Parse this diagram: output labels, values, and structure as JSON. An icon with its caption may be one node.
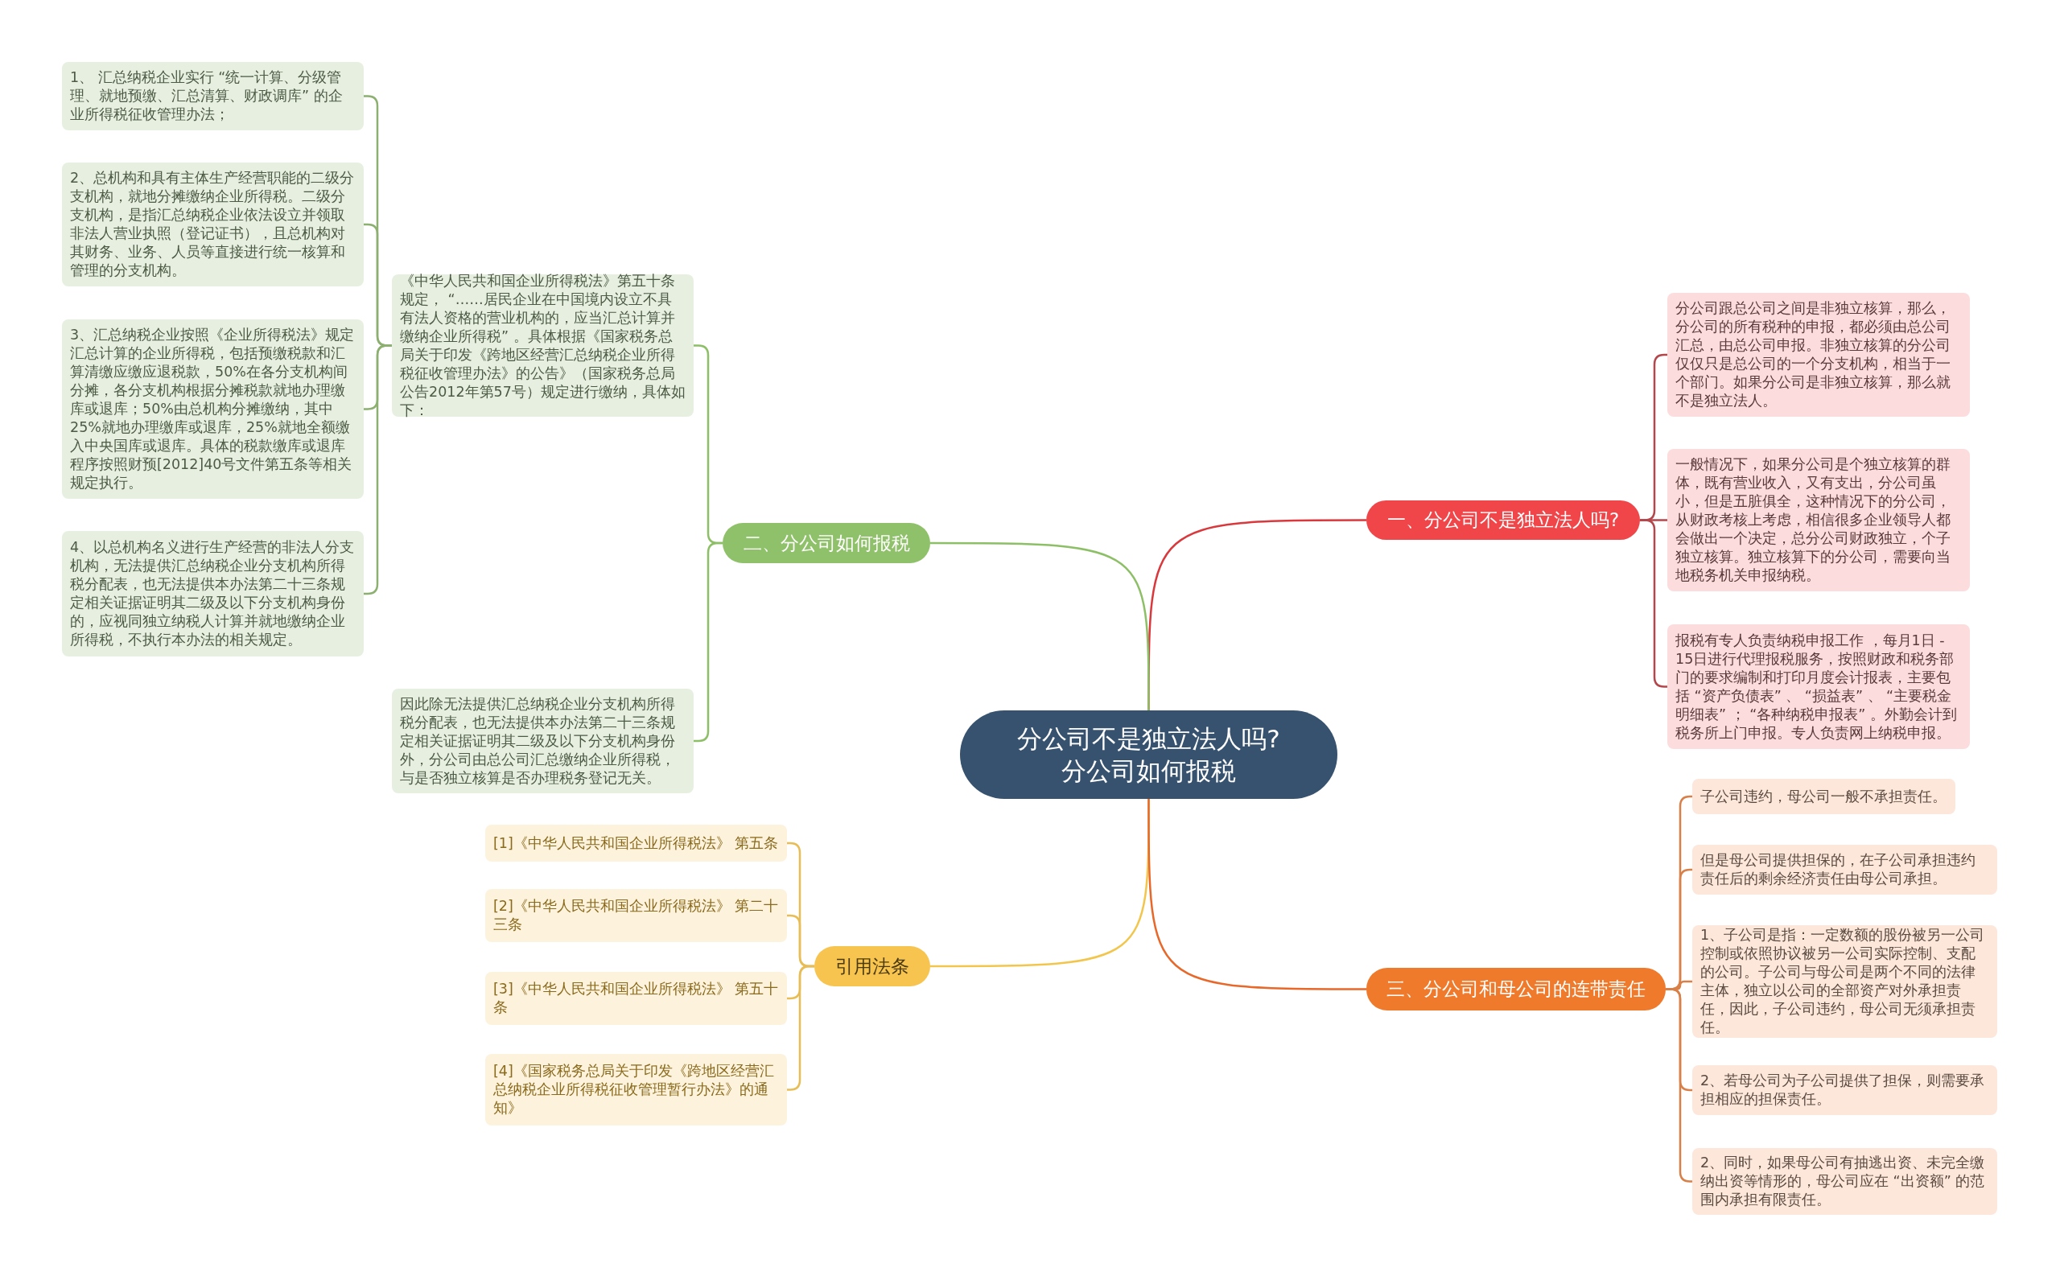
{
  "diagram": {
    "nodes": [
      {
        "text": [
          "分公司不是独立法人吗?分公司如何报税"
        ]
      },
      {
        "text": [
          "一、分公司不是独立法人吗?"
        ]
      },
      {
        "text": [
          "分公司跟总公司之间是非独立核算，那么，分公司的所有税种的申报，都必须由总公司汇总，由总公司申报。非独立核算的分公司仅仅只是总公司的一个分支机构，相当于一个部门。如果分公司是非独立核算，那么就不是独立法人。"
        ]
      },
      {
        "text": [
          "一般情况下，如果分公司是个独立核算的群体，既有营业收入，又有支出，分公司虽小，但是五脏俱全，这种情况下的分公司，从财政考核上考虑，相信很多企业领导人都会做出一个决定，总分公司财政独立，个子独立核算。独立核算下的分公司，需要向当地税务机关申报纳税。"
        ]
      },
      {
        "text": [
          "报税有专人负责纳税申报工作 ，每月1日 - 15日进行代理报税服务，按照财政和税务部门的要求编制和打印月度会计报表，主要包括 “资产负债表” 、 “损益表” 、 “主要税金明细表” ； “各种纳税申报表” 。外勤会计到税务所上门申报。专人负责网上纳税申报。"
        ]
      },
      {
        "text": [
          "二、分公司如何报税"
        ]
      },
      {
        "text": [
          "《中华人民共和国企业所得税法》第五十条规定， “……居民企业在中国境内设立不具有法人资格的营业机构的，应当汇总计算并缴纳企业所得税” 。具体根据《国家税务总局关于印发《跨地区经营汇总纳税企业所得税征收管理办法》的公告》（国家税务总局公告2012年第57号）规定进行缴纳，具体如下："
        ]
      },
      {
        "text": [
          "1、 汇总纳税企业实行 “统一计算、分级管理、就地预缴、汇总清算、财政调库” 的企业所得税征收管理办法；"
        ]
      },
      {
        "text": [
          "2、总机构和具有主体生产经营职能的二级分支机构，就地分摊缴纳企业所得税。二级分支机构，是指汇总纳税企业依法设立并领取非法人营业执照（登记证书），且总机构对其财务、业务、人员等直接进行统一核算和管理的分支机构。"
        ]
      },
      {
        "text": [
          "3、汇总纳税企业按照《企业所得税法》规定汇总计算的企业所得税，包括预缴税款和汇算清缴应缴应退税款，50%在各分支机构间分摊，各分支机构根据分摊税款就地办理缴库或退库；50%由总机构分摊缴纳，其中25%就地办理缴库或退库，25%就地全额缴入中央国库或退库。具体的税款缴库或退库程序按照财预[2012]40号文件第五条等相关规定执行。"
        ]
      },
      {
        "text": [
          "4、以总机构名义进行生产经营的非法人分支机构，无法提供汇总纳税企业分支机构所得税分配表，也无法提供本办法第二十三条规定相关证据证明其二级及以下分支机构身份的，应视同独立纳税人计算并就地缴纳企业所得税，不执行本办法的相关规定。"
        ]
      },
      {
        "text": [
          "因此除无法提供汇总纳税企业分支机构所得税分配表，也无法提供本办法第二十三条规定相关证据证明其二级及以下分支机构身份外，分公司由总公司汇总缴纳企业所得税，与是否独立核算是否办理税务登记无关。"
        ]
      },
      {
        "text": [
          "引用法条"
        ]
      },
      {
        "text": [
          "[1]《中华人民共和国企业所得税法》 第五条"
        ]
      },
      {
        "text": [
          "[2]《中华人民共和国企业所得税法》 第二十三条"
        ]
      },
      {
        "text": [
          "[3]《中华人民共和国企业所得税法》 第五十条"
        ]
      },
      {
        "text": [
          "[4]《国家税务总局关于印发《跨地区经营汇总纳税企业所得税征收管理暂行办法》的通知》"
        ]
      },
      {
        "text": [
          "三、分公司和母公司的连带责任"
        ]
      },
      {
        "text": [
          "子公司违约，母公司一般不承担责任。"
        ]
      },
      {
        "text": [
          "但是母公司提供担保的，在子公司承担违约责任后的剩余经济责任由母公司承担。"
        ]
      },
      {
        "text": [
          "1、子公司是指：一定数额的股份被另一公司控制或依照协议被另一公司实际控制、支配的公司。子公司与母公司是两个不同的法律主体，独立以公司的全部资产对外承担责任，因此，子公司违约，母公司无须承担责任。"
        ]
      },
      {
        "text": [
          "2、若母公司为子公司提供了担保，则需要承担相应的担保责任。"
        ]
      },
      {
        "text": [
          "2、同时，如果母公司有抽逃出资、未完全缴纳出资等情形的，母公司应在 “出资额” 的范围内承担有限责任。"
        ]
      }
    ],
    "edges": [
      {
        "from": 0,
        "to": 1,
        "arrow": "none",
        "color": "#d9393d"
      },
      {
        "from": 1,
        "to": 2,
        "arrow": "none",
        "color": "#b3474c"
      },
      {
        "from": 1,
        "to": 3,
        "arrow": "none",
        "color": "#b3474c"
      },
      {
        "from": 1,
        "to": 4,
        "arrow": "none",
        "color": "#b3474c"
      },
      {
        "from": 0,
        "to": 5,
        "arrow": "none",
        "color": "#8cbf66"
      },
      {
        "from": 5,
        "to": 6,
        "arrow": "none",
        "color": "#8cbf66"
      },
      {
        "from": 6,
        "to": 7,
        "arrow": "none",
        "color": "#8cb070"
      },
      {
        "from": 6,
        "to": 8,
        "arrow": "none",
        "color": "#8cb070"
      },
      {
        "from": 6,
        "to": 9,
        "arrow": "none",
        "color": "#8cb070"
      },
      {
        "from": 6,
        "to": 10,
        "arrow": "none",
        "color": "#8cb070"
      },
      {
        "from": 5,
        "to": 11,
        "arrow": "none",
        "color": "#8cbf66"
      },
      {
        "from": 0,
        "to": 12,
        "arrow": "none",
        "color": "#f2c64d"
      },
      {
        "from": 12,
        "to": 13,
        "arrow": "none",
        "color": "#e8bd55"
      },
      {
        "from": 12,
        "to": 14,
        "arrow": "none",
        "color": "#e8bd55"
      },
      {
        "from": 12,
        "to": 15,
        "arrow": "none",
        "color": "#e8bd55"
      },
      {
        "from": 12,
        "to": 16,
        "arrow": "none",
        "color": "#e8bd55"
      },
      {
        "from": 0,
        "to": 17,
        "arrow": "none",
        "color": "#e8682a"
      },
      {
        "from": 17,
        "to": 18,
        "arrow": "none",
        "color": "#d98048"
      },
      {
        "from": 17,
        "to": 19,
        "arrow": "none",
        "color": "#d98048"
      },
      {
        "from": 17,
        "to": 20,
        "arrow": "none",
        "color": "#d98048"
      },
      {
        "from": 17,
        "to": 21,
        "arrow": "none",
        "color": "#d98048"
      },
      {
        "from": 17,
        "to": 22,
        "arrow": "none",
        "color": "#d98048"
      }
    ]
  }
}
